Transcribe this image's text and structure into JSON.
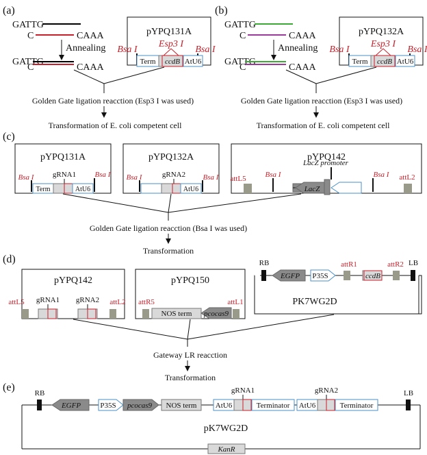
{
  "panel_a": {
    "label": "(a)",
    "oligo_top": "GATTG",
    "oligo_bot_left": "C",
    "oligo_bot_right": "CAAA",
    "annealing": "Annealing",
    "duplex_top": "GATTG",
    "duplex_bot_left": "C",
    "duplex_bot_right": "CAAA",
    "plasmid": "pYPQ131A",
    "bsa_left": "Bsa I",
    "bsa_right": "Bsa I",
    "esp": "Esp3 I",
    "term": "Term",
    "ccdb": "ccdB",
    "atu6": "AtU6",
    "ligation": "Golden Gate ligation reacction (Esp3 I was used)",
    "transformation": "Transformation of E. coli competent cell",
    "oligo_color": "#000000",
    "oligo_bot_color": "#c8202a"
  },
  "panel_b": {
    "label": "(b)",
    "oligo_top": "GATTG",
    "oligo_bot_left": "C",
    "oligo_bot_right": "CAAA",
    "annealing": "Annealing",
    "duplex_top": "GATTG",
    "duplex_bot_left": "C",
    "duplex_bot_right": "CAAA",
    "plasmid": "pYPQ132A",
    "bsa_left": "Bsa I",
    "bsa_right": "Bsa I",
    "esp": "Esp3 I",
    "term": "Term",
    "ccdb": "ccdB",
    "atu6": "AtU6",
    "ligation": "Golden Gate ligation reacction (Esp3 I was used)",
    "transformation": "Transformation of E. coli competent cell",
    "oligo_color": "#3aaa35",
    "oligo_bot_color": "#9b3a9b"
  },
  "panel_c": {
    "label": "(c)",
    "p1": "pYPQ131A",
    "p1_grna": "gRNA1",
    "p2": "pYPQ132A",
    "p2_grna": "gRNA2",
    "p3": "pYPQ142",
    "bsa": "Bsa I",
    "term": "Term",
    "atu6": "AtU6",
    "attl5": "attL5",
    "attl2": "attL2",
    "lacz_promoter": "LacZ promoter",
    "lacz": "LacZ",
    "ligation": "Golden Gate ligation reacction (Bsa I was used)",
    "transformation": "Transformation"
  },
  "panel_d": {
    "label": "(d)",
    "p1": "pYPQ142",
    "grna1": "gRNA1",
    "grna2": "gRNA2",
    "attl5": "attL5",
    "attl2": "attL2",
    "p2": "pYPQ150",
    "attr5": "attR5",
    "attl1": "attL1",
    "nos": "NOS term",
    "pcocas9": "pcocas9",
    "rb": "RB",
    "egfp": "EGFP",
    "p35s": "P35S",
    "attr1": "attR1",
    "ccdb": "ccdB",
    "attr2": "attR2",
    "lb": "LB",
    "p3": "PK7WG2D",
    "gateway": "Gateway LR reacction",
    "transformation": "Transformation"
  },
  "panel_e": {
    "label": "(e)",
    "rb": "RB",
    "egfp": "EGFP",
    "p35s": "P35S",
    "pcocas9": "pcocas9",
    "nos": "NOS term",
    "grna1": "gRNA1",
    "grna2": "gRNA2",
    "atu6_1": "AtU6",
    "atu6_2": "AtU6",
    "term1": "Terminator",
    "term2": "Terminator",
    "lb": "LB",
    "plasmid": "pK7WG2D",
    "kanr": "KanR"
  }
}
